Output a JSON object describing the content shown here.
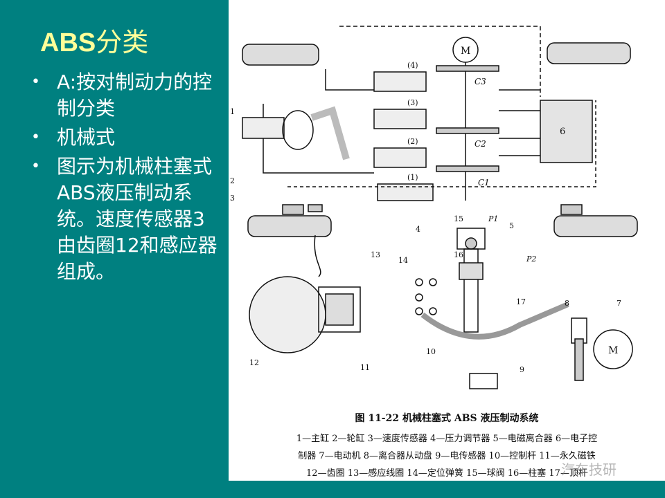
{
  "slide": {
    "title_latin": "ABS",
    "title_cjk": "分类",
    "bullets": [
      "A:按对制动力的控制分类",
      "机械式",
      "图示为机械柱塞式ABS液压制动系统。速度传感器3由齿圈12和感应器组成。"
    ]
  },
  "figure": {
    "labels": {
      "n1": "1",
      "n2": "2",
      "n3": "3",
      "n4": "4",
      "n5": "5",
      "n6": "6",
      "n7": "7",
      "n8": "8",
      "n9": "9",
      "n10": "10",
      "n11": "11",
      "n12": "12",
      "n13": "13",
      "n14": "14",
      "n15": "15",
      "n16": "16",
      "n17": "17",
      "m1": "M",
      "m2": "M",
      "c1": "C1",
      "c2": "C2",
      "c3": "C3",
      "p1": "P1",
      "p2": "P2",
      "u1": "(1)",
      "u2": "(2)",
      "u3": "(3)",
      "u4": "(4)"
    },
    "caption_title": "图 11-22   机械柱塞式 ABS 液压制动系统",
    "caption_lines": [
      "1—主缸  2—轮缸  3—速度传感器  4—压力调节器  5—电磁离合器  6—电子控",
      "制器  7—电动机  8—离合器从动盘  9—电传感器  10—控制杆  11—永久磁铁",
      "12—齿圈  13—感应线圈  14—定位弹簧  15—球阀  16—柱塞  17—顶杆"
    ],
    "watermark": "汽车技研"
  }
}
